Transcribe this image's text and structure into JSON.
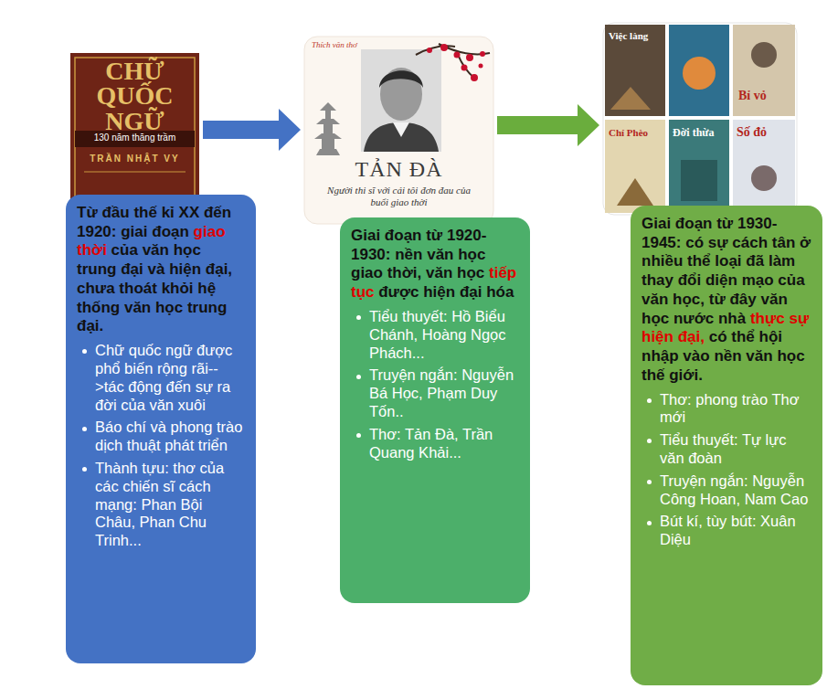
{
  "diagram": {
    "nodes": [
      {
        "text": [
          "CHỮ QUỐC NGỮ",
          "130 năm thăng trầm",
          "TRẦN NHẬT VY"
        ]
      },
      {
        "text": [
          "Từ đầu thế kỉ XX đến 1920: giai đoạn giao thời của văn học trung đại và hiện đại, chưa thoát khỏi hệ thống văn học trung đại.",
          "Chữ quốc ngữ được phổ biến rộng rãi-->tác động đến sự ra đời của văn xuôi",
          "Báo chí và phong trào dịch thuật phát triển",
          "Thành tựu: thơ của các chiến sĩ cách mạng: Phan Bội Châu, Phan Chu Trinh..."
        ]
      },
      {
        "text": [
          "Thích văn thơ",
          "TẢN ĐÀ",
          "Người thi sĩ với cái tôi đơn đau của buổi giao thời"
        ]
      },
      {
        "text": [
          "Giai đoạn từ 1920-1930: nền văn học giao thời, văn học tiếp tục được hiện đại hóa",
          "Tiểu thuyết: Hồ Biểu Chánh, Hoàng Ngọc Phách...",
          "Truyện ngắn: Nguyễn Bá Học, Phạm Duy Tốn..",
          "Thơ: Tản Đà, Trần Quang Khải..."
        ]
      },
      {
        "text": [
          "Việc làng",
          "Bỉ vỏ",
          "Chí Phèo",
          "Đời thừa",
          "Số đỏ"
        ]
      },
      {
        "text": [
          "Giai đoạn từ 1930-1945: có sự cách tân ở nhiều thể loại đã làm thay đổi diện mạo của văn học, từ đây văn học nước nhà thực sự hiện đại, có thể hội nhập vào nền văn học thế giới.",
          "Thơ: phong trào Thơ mới",
          "Tiểu thuyết: Tự lực văn đoàn",
          "Truyện ngắn: Nguyễn Công Hoan, Nam Cao",
          "Bút kí, tùy bút: Xuân Diệu"
        ]
      }
    ],
    "edges": [
      {
        "from": 0,
        "to": 2,
        "arrow": "to"
      },
      {
        "from": 2,
        "to": 4,
        "arrow": "to"
      }
    ]
  }
}
